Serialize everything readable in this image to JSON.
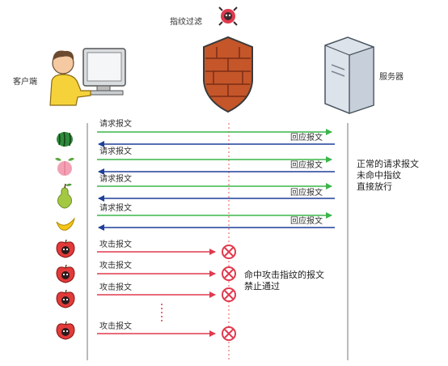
{
  "actors": {
    "filter": "指纹过滤",
    "client": "客户端",
    "server": "服务器"
  },
  "labels": {
    "request": "请求报文",
    "response": "回应报文",
    "attack": "攻击报文"
  },
  "notes": {
    "normal": [
      "正常的请求报文",
      "未命中指纹",
      "直接放行"
    ],
    "attack": [
      "命中攻击指纹的报文",
      "禁止通过"
    ]
  },
  "normal_icons": [
    "watermelon-icon",
    "peach-icon",
    "pear-icon",
    "banana-icon"
  ],
  "attack_icons": [
    "bad-apple-icon",
    "bad-apple-icon",
    "bad-apple-icon",
    "bad-apple-icon"
  ],
  "colors": {
    "request": "#3cb54a",
    "response": "#1f3f99",
    "attack": "#e03a4e",
    "lifeline": "#777777",
    "filter_line": "#e85a4f",
    "shield": "#c4562a"
  }
}
